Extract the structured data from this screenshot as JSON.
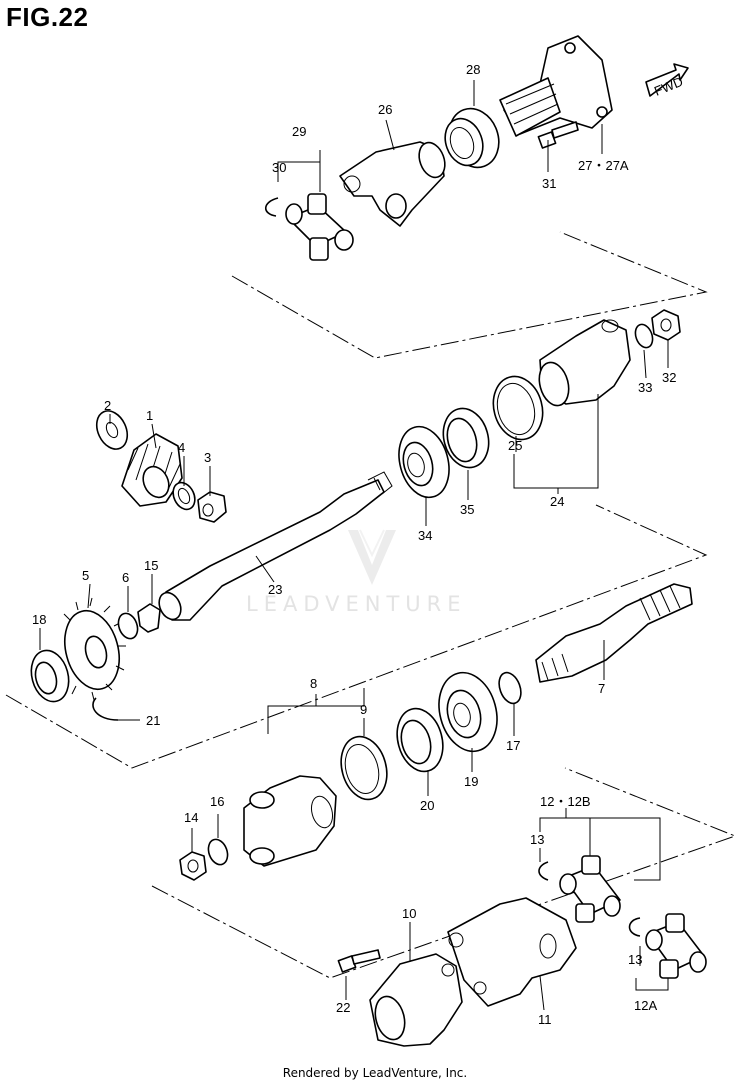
{
  "title": "FIG.22",
  "fwd_label": "FWD",
  "watermark": "LEADVENTURE",
  "footer": "Rendered by LeadVenture, Inc.",
  "callouts": {
    "p1": "1",
    "p2": "2",
    "p3": "3",
    "p4": "4",
    "p5": "5",
    "p6": "6",
    "p7": "7",
    "p8": "8",
    "p9": "9",
    "p10": "10",
    "p11": "11",
    "p12": "12",
    "p12_12b": "12・12B",
    "p12a": "12A",
    "p13a": "13",
    "p13b": "13",
    "p14": "14",
    "p15": "15",
    "p16": "16",
    "p17": "17",
    "p18": "18",
    "p19": "19",
    "p20": "20",
    "p21": "21",
    "p22": "22",
    "p23": "23",
    "p24": "24",
    "p25": "25",
    "p26": "26",
    "p27": "27・27A",
    "p28": "28",
    "p29": "29",
    "p30": "30",
    "p31": "31",
    "p32": "32",
    "p33": "33",
    "p34": "34",
    "p35": "35"
  }
}
